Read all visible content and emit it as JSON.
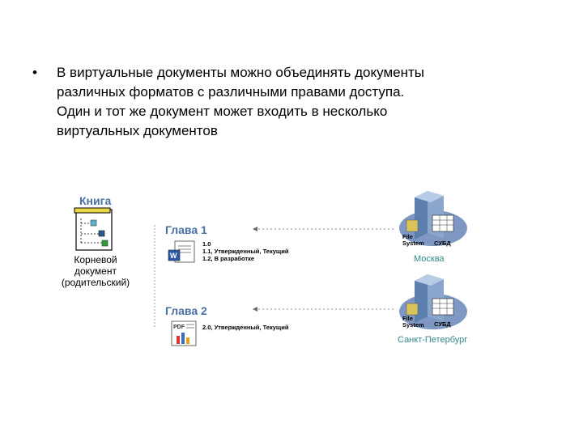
{
  "bullet": {
    "marker": "•",
    "lines": [
      "В виртуальные документы можно объединять документы",
      "различных форматов с различными правами доступа.",
      "Один и тот же документ может входить в несколько",
      "виртуальных документов"
    ]
  },
  "diagram": {
    "book_title": "Книга",
    "root_doc_lines": [
      "Корневой",
      "документ",
      "(родительский)"
    ],
    "chapters": [
      {
        "title": "Глава 1",
        "versions": [
          "1.0",
          "1.1, Утвержденный, Текущий",
          "1.2, В разработке"
        ],
        "server": {
          "label1": "File",
          "label2": "System",
          "label3": "СУБД",
          "city": "Москва"
        }
      },
      {
        "title": "Глава 2",
        "versions": [
          "2.0, Утвержденный, Текущий"
        ],
        "file_type": "PDF",
        "server": {
          "label1": "File",
          "label2": "System",
          "label3": "СУБД",
          "city": "Санкт-Петербург"
        }
      }
    ]
  },
  "colors": {
    "title_blue": "#4a6fa5",
    "city_teal": "#2f8a8a",
    "server_blue": "#6f8fb8",
    "ellipse_blue": "#7f97c3",
    "arrow_gray": "#888888"
  }
}
